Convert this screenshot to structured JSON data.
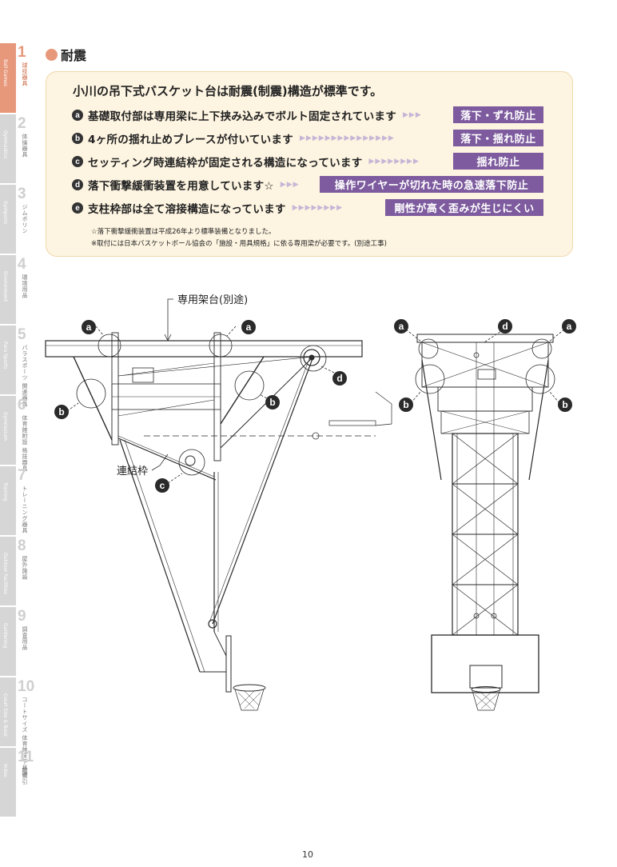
{
  "section": {
    "title": "耐震"
  },
  "info": {
    "title": "小川の吊下式バスケット台は耐震(制震)構造が標準です。",
    "items": [
      {
        "letter": "a",
        "text": "基礎取付部は専用梁に上下挟み込みでボルト固定されています",
        "tag": "落下・ずれ防止"
      },
      {
        "letter": "b",
        "text": "4ヶ所の揺れ止めブレースが付いています",
        "tag": "落下・揺れ防止"
      },
      {
        "letter": "c",
        "text": "セッティング時連結枠が固定される構造になっています",
        "tag": "揺れ防止"
      },
      {
        "letter": "d",
        "text": "落下衝撃緩衝装置を用意しています☆",
        "tag": "操作ワイヤーが切れた時の急速落下防止"
      },
      {
        "letter": "e",
        "text": "支柱枠部は全て溶接構造になっています",
        "tag": "剛性が高く歪みが生じにくい"
      }
    ],
    "notes": [
      "☆落下衝撃緩衝装置は平成26年より標準装備となりました。",
      "※取付には日本バスケットボール協会の「施設・用具規格」に依る専用梁が必要です。(別途工事)"
    ]
  },
  "diagram": {
    "beam_label": "専用架台(別途)",
    "frame_label": "連結枠",
    "callouts": {
      "a": "a",
      "b": "b",
      "c": "c",
      "d": "d"
    }
  },
  "tabs": [
    {
      "num": "1",
      "jp": "球技器具",
      "en": "Ball Games"
    },
    {
      "num": "2",
      "jp": "体操器具",
      "en": "Gymnastics"
    },
    {
      "num": "3",
      "jp": "ジムボリン",
      "en": "Gymporin"
    },
    {
      "num": "4",
      "jp": "環境用品",
      "en": "Environment"
    },
    {
      "num": "5",
      "jp": "パラスポーツ 関連器具",
      "en": "Para Sports"
    },
    {
      "num": "6",
      "jp": "体育館附設 格技器具",
      "en": "Gymnasium"
    },
    {
      "num": "7",
      "jp": "トレーニング器具",
      "en": "Training"
    },
    {
      "num": "8",
      "jp": "屋外施設",
      "en": "Outdoor Facilities"
    },
    {
      "num": "9",
      "jp": "調査用品",
      "en": "Gardening"
    },
    {
      "num": "10",
      "jp": "コートサイズ 体育館床下基礎",
      "en": "Court Size & Base"
    },
    {
      "num": "11",
      "jp": "総索引",
      "en": "Index"
    }
  ],
  "page_number": "10",
  "colors": {
    "accent": "#e7987b",
    "tag": "#7d5b9e",
    "box": "#fdf4e1"
  }
}
